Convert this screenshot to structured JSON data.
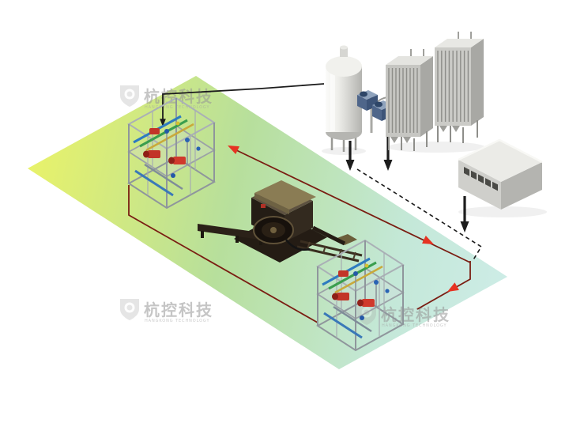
{
  "watermark": {
    "cn": "杭控科技",
    "en": "HANGKONG TECHNOLOGY"
  },
  "palette": {
    "background": "#ffffff",
    "floor_yellow": "#e8f26a",
    "floor_green": "#b7df9c",
    "floor_cyan": "#cdece6",
    "flow_black": "#1c1c1c",
    "red_line": "#7a1d12",
    "red_arrow": "#e63322",
    "frame_gray": "#9ba1a7",
    "tank_white": "#f1f1ed",
    "silo_gray": "#c6c6c2",
    "building_gray": "#cfcfcb",
    "machine_dark": "#241c14",
    "pump_red": "#c23428",
    "valve_blue": "#2458a8"
  },
  "equipment": [
    {
      "id": "valve-skid-left"
    },
    {
      "id": "central-machine"
    },
    {
      "id": "valve-skid-right"
    },
    {
      "id": "storage-tank"
    },
    {
      "id": "compressor-units"
    },
    {
      "id": "silo-unit-left"
    },
    {
      "id": "silo-unit-right"
    },
    {
      "id": "plant-building"
    }
  ],
  "flows": [
    {
      "id": "tank-to-left-skid",
      "style": "solid-black-thin"
    },
    {
      "id": "tank-feed-arrow",
      "style": "solid-black-thick"
    },
    {
      "id": "silo-feed-arrow",
      "style": "solid-black-thick"
    },
    {
      "id": "building-feed-arrow",
      "style": "solid-black-thick"
    },
    {
      "id": "diagonal-gas-line",
      "style": "dashed-black"
    },
    {
      "id": "red-recirculation-loop",
      "style": "solid-dark-red"
    }
  ]
}
